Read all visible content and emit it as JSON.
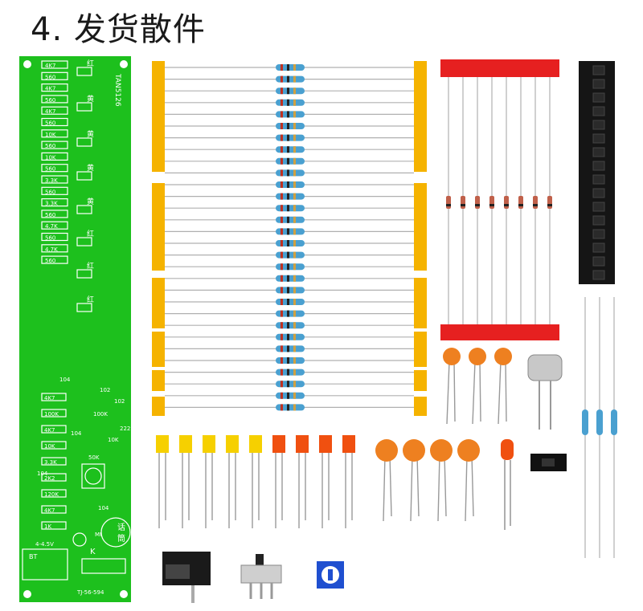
{
  "title": "4. 发货散件",
  "pcb": {
    "model": "TAN5126",
    "bottom_code": "TJ-56-594",
    "battery_label": "BT",
    "voltage_label": "4-4.5V",
    "switch_label": "K",
    "mic_label": "MI",
    "mic_chars": [
      "话",
      "筒"
    ],
    "pot_label": "50K",
    "led_labels": [
      "红",
      "黄",
      "黄",
      "黄",
      "黄",
      "红",
      "红",
      "红"
    ],
    "resistor_labels": [
      "4K7",
      "560",
      "4K7",
      "560",
      "4K7",
      "560",
      "10K",
      "560",
      "10K",
      "560",
      "3.3K",
      "560",
      "3.3K",
      "560",
      "4.7K",
      "560",
      "4.7K",
      "560"
    ],
    "lower_labels": [
      "4K7",
      "100K",
      "4K7",
      "10K",
      "3.3K",
      "2K2",
      "120K",
      "4K7",
      "1K"
    ],
    "cap_labels": [
      "104",
      "102",
      "102",
      "100K",
      "222",
      "10K",
      "104",
      "104",
      "104"
    ]
  },
  "colors": {
    "pcb_green": "#1dc01d",
    "tape_orange": "#f5b300",
    "tape_red": "#e62020",
    "cap_orange": "#ee8020",
    "led_yellow": "#f6d000",
    "led_red": "#f05010"
  }
}
